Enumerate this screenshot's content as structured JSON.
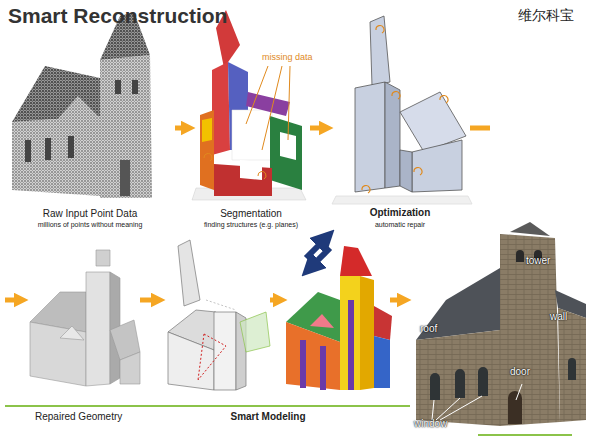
{
  "diagram": {
    "title": "Smart Reconstruction",
    "nodes": [
      {
        "text": [
          "Raw Input Point Data",
          "millions of points without meaning"
        ]
      },
      {
        "text": [
          "Segmentation",
          "finding structures (e.g. planes)"
        ]
      },
      {
        "text": [
          "Optimization",
          "automatic repair"
        ]
      },
      {
        "text": [
          "Repaired Geometry"
        ]
      },
      {
        "text": [
          "Smart Modeling"
        ]
      },
      {
        "text": [
          "tower",
          "roof",
          "wall",
          "door",
          "window"
        ]
      }
    ],
    "edges": [
      {
        "from": 0,
        "to": 1,
        "arrow": "to"
      },
      {
        "from": 1,
        "to": 2,
        "arrow": "to"
      },
      {
        "from": 2,
        "to": 3,
        "arrow": "to"
      },
      {
        "from": 3,
        "to": 4,
        "arrow": "to"
      },
      {
        "from": 4,
        "to": 5,
        "arrow": "to"
      }
    ],
    "labels": [
      "维尔科宝",
      "missing data"
    ]
  }
}
